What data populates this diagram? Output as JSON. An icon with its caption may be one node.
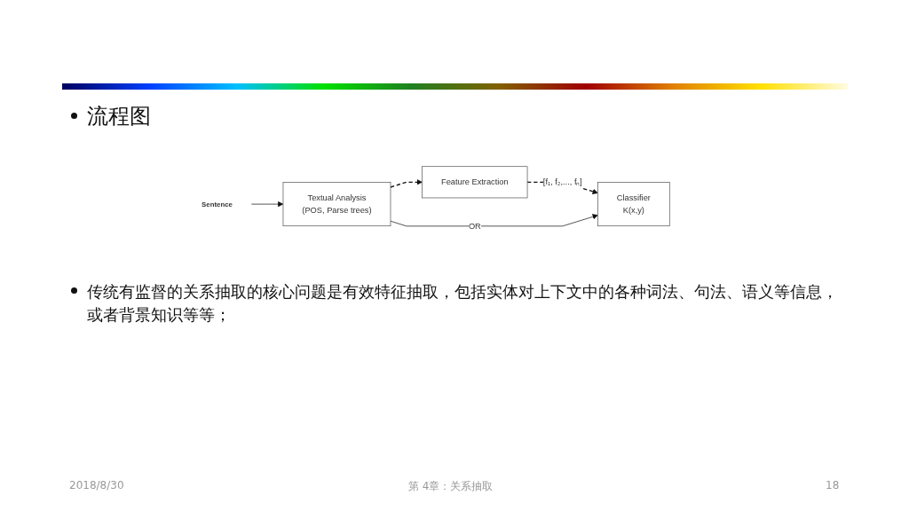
{
  "diagram": {
    "title": "流程图",
    "nodes": [
      {
        "text": [
          "Sentence"
        ]
      },
      {
        "text": [
          "Textual Analysis",
          "(POS, Parse trees)"
        ]
      },
      {
        "text": [
          "Feature Extraction"
        ]
      },
      {
        "text": [
          "Classifier",
          "K(x,y)"
        ]
      }
    ],
    "edges": [
      {
        "from": 0,
        "to": 1,
        "arrow": "to"
      },
      {
        "from": 1,
        "to": 2,
        "arrow": "to",
        "style": "dashed"
      },
      {
        "from": 2,
        "to": 3,
        "arrow": "to",
        "style": "dashed",
        "label": "[f₁, f₂,..., fₙ]"
      },
      {
        "from": 1,
        "to": 3,
        "arrow": "to",
        "label": "OR"
      }
    ],
    "labels": [
      "传统有监督的关系抽取的核心问题是有效特征抽取，包括实体对上下文中的各种词法、句法、语义等信息，或者背景知识等等；",
      "2018/8/30",
      "第 4章：关系抽取",
      "18"
    ]
  }
}
